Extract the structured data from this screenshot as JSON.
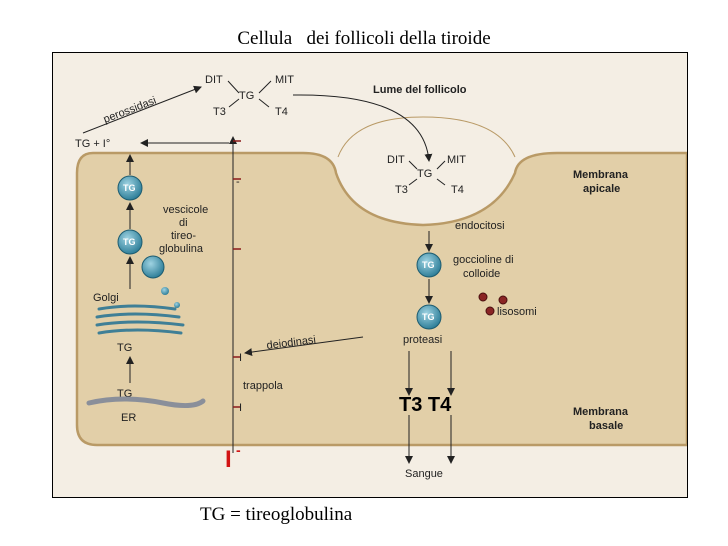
{
  "title": "Cellula   dei follicoli della tiroide",
  "caption": "TG = tireoglobulina",
  "labels": {
    "dit": "DIT",
    "mit": "MIT",
    "tg": "TG",
    "t3": "T3",
    "t4": "T4",
    "perossidasi": "perossidasi",
    "lume": "Lume del follicolo",
    "tg_plus_i": "TG + I°",
    "membrana": "Membrana",
    "apicale": "apicale",
    "basale": "basale",
    "vescicole_1": "vescicole",
    "vescicole_2": "di",
    "vescicole_3": "tireo-",
    "vescicole_4": "globulina",
    "endocitosi": "endocitosi",
    "goccioline_1": "goccioline di",
    "goccioline_2": "colloide",
    "lisosomi": "lisosomi",
    "golgi": "Golgi",
    "proteasi": "proteasi",
    "deiodinasi": "deiodinasi",
    "trappola": "trappola",
    "er": "ER",
    "t3t4": "T3 T4",
    "sangue": "Sangue",
    "iodide": "I",
    "iodide_charge": "-",
    "i_small": "I",
    "i_minus": "-"
  },
  "colors": {
    "cell_fill": "#e2cfa8",
    "cell_stroke": "#b99a66",
    "vesicle": "#3f95ad",
    "iodide_red": "#d21414"
  }
}
